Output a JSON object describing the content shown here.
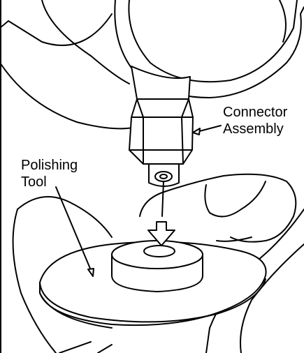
{
  "labels": {
    "connector": [
      "Connector",
      "Assembly"
    ],
    "polishing": [
      "Polishing",
      "Tool"
    ]
  },
  "colors": {
    "ink": "#000000",
    "paper": "#ffffff"
  }
}
